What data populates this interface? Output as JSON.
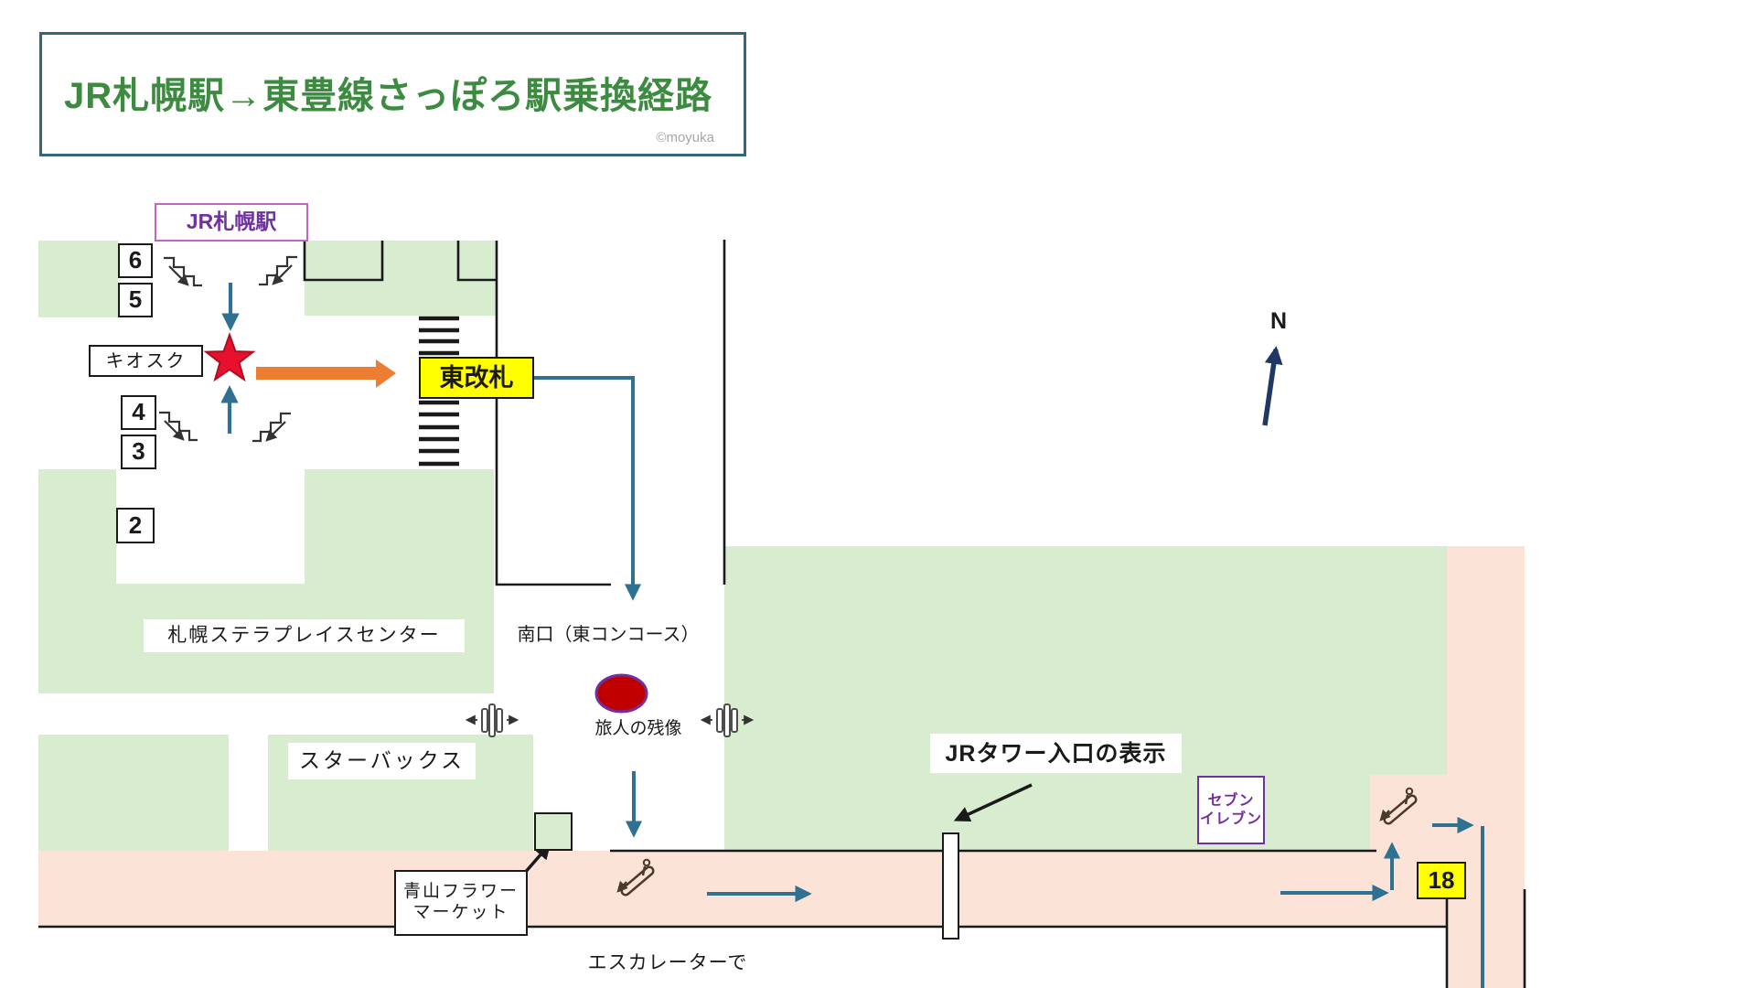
{
  "title": {
    "text": "JR札幌駅→東豊線さっぽろ駅乗換経路",
    "credit": "©moyuka"
  },
  "station_area": {
    "station_label": "JR札幌駅",
    "platforms": [
      "6",
      "5",
      "4",
      "3",
      "2"
    ],
    "kiosk": "キオスク",
    "east_gate": "東改札"
  },
  "concourse": {
    "south_exit": "南口（東コンコース）",
    "stella_place": "札幌ステラプレイスセンター",
    "travelers_statue": "旅人の残像",
    "starbucks": "スターバックス"
  },
  "corridor": {
    "aoyama_flower_line1": "青山フラワー",
    "aoyama_flower_line2": "マーケット",
    "jr_tower_sign": "JRタワー入口の表示",
    "seven_eleven_line1": "セブン",
    "seven_eleven_line2": "イレブン",
    "exit_number": "18",
    "escalator_note": "エスカレーターで"
  },
  "compass": {
    "north": "N"
  },
  "icons": {
    "star": "current-position-star",
    "statue_marker": "red-ellipse-statue",
    "stairs": "stairs-with-down-arrow",
    "ticket_gate": "ticket-gate-both-directions",
    "escalator": "escalator-down-pictogram",
    "north_arrow": "north-compass-arrow"
  },
  "colors": {
    "area_green": "#d8ecd0",
    "area_pink": "#fbe3d8",
    "route_teal": "#2e7190",
    "walk_orange": "#ed7d31",
    "highlight_yellow": "#ffff00",
    "title_green": "#3d8b40",
    "title_border": "#33667a",
    "purple": "#7030a0",
    "station_box_border": "#bf66bf",
    "star_red": "#e8112d",
    "statue_red": "#c00000",
    "compass_navy": "#203864",
    "credit_gray": "#a6a6a6"
  }
}
